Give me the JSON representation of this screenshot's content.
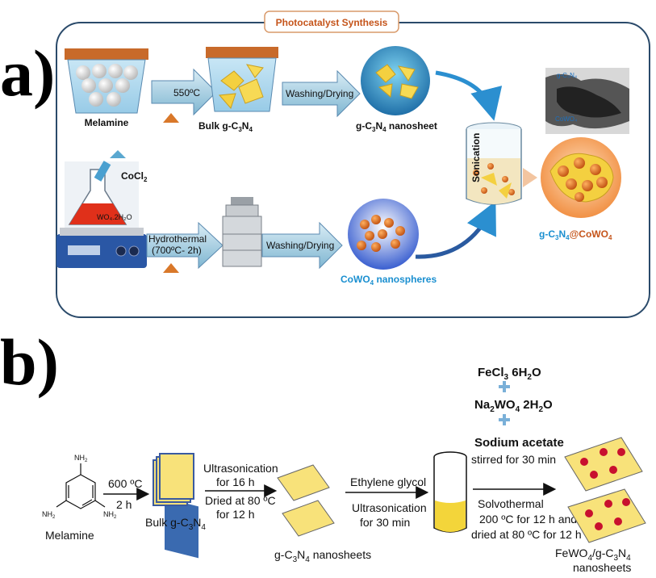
{
  "panel_a": {
    "letter": "a)",
    "title": "Photocatalyst Synthesis",
    "melamine": "Melamine",
    "temp1": "550ºC",
    "bulk_pre": "Bulk g-C",
    "bulk_sub3": "3",
    "bulk_N": "N",
    "bulk_sub4": "4",
    "washing1": "Washing/Drying",
    "nanosheet_pre": "g-C",
    "nanosheet_sub3": "3",
    "nanosheet_N": "N",
    "nanosheet_sub4": "4",
    "nanosheet_post": " nanosheet",
    "cocl": "CoCl",
    "cocl_sub": "2",
    "flask_label": "WO₄.2H₂O",
    "hydrothermal": "Hydrothermal",
    "hydro_cond": "(700ºC- 2h)",
    "washing2": "Washing/Drying",
    "cowo_pre": "CoWO",
    "cowo_sub": "4",
    "cowo_post": " nanospheres",
    "sonication": "Sonication",
    "product_pre": "g-C",
    "product_sub3": "3",
    "product_N": "N",
    "product_sub4": "4",
    "product_at": "@CoWO",
    "product_sub": "4",
    "tem_label1": "g-C₃N₄",
    "tem_label2": "CoWO₄"
  },
  "panel_b": {
    "letter": "b)",
    "melamine": "Melamine",
    "nh2_top": "NH",
    "nh2_sub": "2",
    "temp": "600 ºC",
    "time": "2 h",
    "bulk_pre": "Bulk g-C",
    "bulk_sub3": "3",
    "bulk_N": "N",
    "bulk_sub4": "4",
    "ultra1": "Ultrasonication",
    "ultra1_time": "for 16 h",
    "dried1": "Dried at 80 ºC",
    "dried1_time": "for 12 h",
    "nanosheets_pre": "g-C",
    "nanosheets_sub3": "3",
    "nanosheets_N": "N",
    "nanosheets_sub4": "4",
    "nanosheets_post": " nanosheets",
    "ethylene": "Ethylene glycol",
    "ultra2": "Ultrasonication",
    "ultra2_time": "for 30 min",
    "fecl_pre": "FeCl",
    "fecl_sub": "3",
    "fecl_post": " 6H",
    "fecl_sub2": "2",
    "fecl_O": "O",
    "na_pre": "Na",
    "na_sub": "2",
    "na_mid": "WO",
    "na_sub4": "4",
    "na_post": " 2H",
    "na_sub2": "2",
    "na_O": "O",
    "sodium": "Sodium acetate",
    "stirred": "stirred for 30 min",
    "solvo": "Solvothermal",
    "solvo1": "200 ºC for 12 h and",
    "solvo2": "dried at 80 ºC for 12 h",
    "product_pre": "FeWO",
    "product_sub": "4",
    "product_mid": "/g-C",
    "product_sub3": "3",
    "product_N": "N",
    "product_sub4": "4",
    "product2": "nanosheets"
  }
}
